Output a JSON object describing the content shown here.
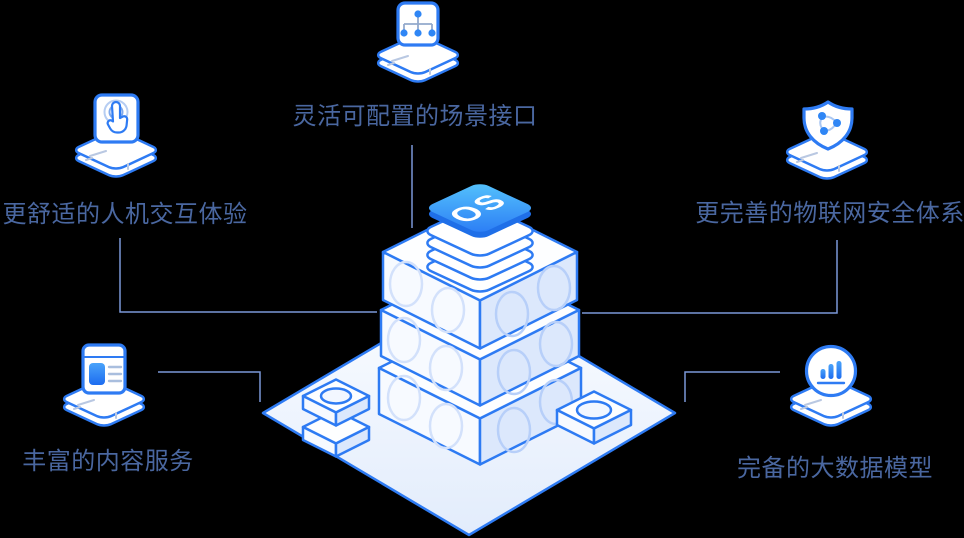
{
  "canvas": {
    "background": "#000000"
  },
  "center": {
    "os_label": "OS"
  },
  "features": [
    {
      "position": "top",
      "label": "灵活可配置的场景接口",
      "icon": "hierarchy-icon"
    },
    {
      "position": "left-top",
      "label": "更舒适的人机交互体验",
      "icon": "touch-icon"
    },
    {
      "position": "right-top",
      "label": "更完善的物联网安全体系",
      "icon": "shield-network-icon"
    },
    {
      "position": "bottom-left",
      "label": "丰富的内容服务",
      "icon": "content-browser-icon"
    },
    {
      "position": "bottom-right",
      "label": "完备的大数据模型",
      "icon": "bar-chart-icon"
    }
  ],
  "colors": {
    "stroke_blue": "#2e7bf3",
    "caption_text": "#4a67a0",
    "connector_line": "#7b97d8",
    "os_tile_gradient_start": "#2b7cf5",
    "os_tile_gradient_end": "#55c3fc",
    "face_shaded": "#dce8fc",
    "hole_outline_light": "#d3e1fb",
    "hole_outline_dark": "#b7cff9"
  }
}
